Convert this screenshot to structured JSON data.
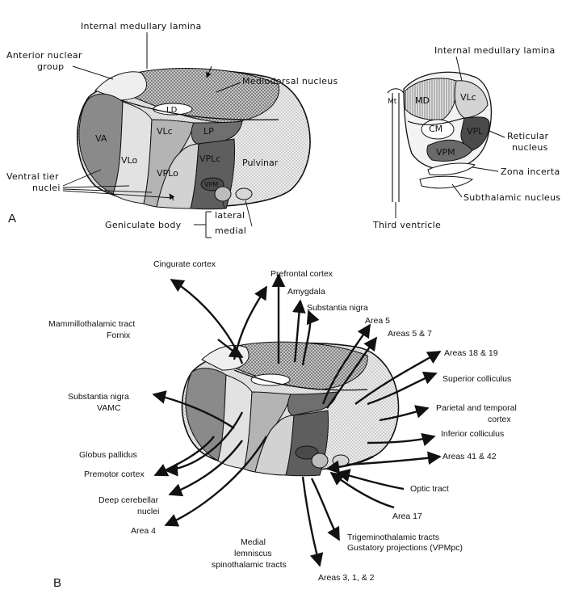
{
  "panel_a": {
    "tag": "A",
    "labels": {
      "internal_medullary_lamina": "Internal medullary lamina",
      "anterior_nuclear_group_1": "Anterior nuclear",
      "anterior_nuclear_group_2": "group",
      "mediodorsal_nucleus": "Mediodorsal nucleus",
      "ventral_tier_1": "Ventral tier",
      "ventral_tier_2": "nuclei",
      "geniculate_body": "Geniculate body",
      "lateral": "lateral",
      "medial": "medial",
      "va": "VA",
      "vlo": "VLo",
      "vlc": "VLc",
      "lp": "LP",
      "ld": "LD",
      "vplo": "VPLo",
      "vplc": "VPLc",
      "vpm": "VPM",
      "pulvinar": "Pulvinar"
    },
    "section": {
      "internal_medullary_lamina": "Internal medullary lamina",
      "md": "MD",
      "vlc": "VLc",
      "cm": "CM",
      "vpl": "VPL",
      "vpm": "VPM",
      "mt": "Mt",
      "reticular_1": "Reticular",
      "reticular_2": "nucleus",
      "zona_incerta": "Zona incerta",
      "subthalamic": "Subthalamic nucleus",
      "third_ventricle": "Third ventricle"
    }
  },
  "panel_b": {
    "tag": "B",
    "labels": {
      "cingulate_cortex": "Cingurate cortex",
      "prefrontal_cortex": "Prefrontal cortex",
      "amygdala": "Amygdala",
      "substantia_nigra_top": "Substantia nigra",
      "area5": "Area 5",
      "areas5_7": "Areas 5 & 7",
      "areas18_19": "Areas 18 & 19",
      "superior_colliculus": "Superior colliculus",
      "parietal_temporal_1": "Parietal and temporal",
      "parietal_temporal_2": "cortex",
      "inferior_colliculus": "Inferior colliculus",
      "areas41_42": "Areas 41 & 42",
      "optic_tract": "Optic tract",
      "area17": "Area 17",
      "trigeminothalamic": "Trigeminothalamic tracts",
      "gustatory": "Gustatory projections (VPMpc)",
      "areas3_1_2": "Areas 3, 1, & 2",
      "medial_lemniscus_1": "Medial",
      "medial_lemniscus_2": "lemniscus",
      "medial_lemniscus_3": "spinothalamic tracts",
      "area4": "Area 4",
      "deep_cerebellar_1": "Deep cerebellar",
      "deep_cerebellar_2": "nuclei",
      "premotor_cortex": "Premotor cortex",
      "globus_pallidus": "Globus pallidus",
      "substantia_nigra_vamc_1": "Substantia nigra",
      "substantia_nigra_vamc_2": "VAMC",
      "mammillothalamic_1": "Mammillothalamic tract",
      "mammillothalamic_2": "Fornix"
    }
  },
  "colors": {
    "dark_gray": "#6e6e6e",
    "mid_gray": "#a9a9a9",
    "light_gray": "#d9d9d9",
    "stipple_light": "#ececec",
    "outline": "#111111"
  }
}
